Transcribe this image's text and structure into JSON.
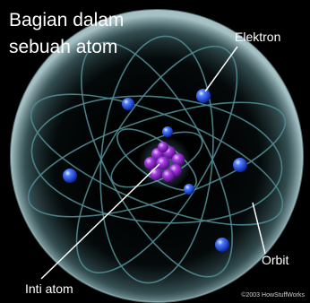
{
  "title": {
    "line1": "Bagian dalam",
    "line2": "sebuah atom"
  },
  "labels": {
    "electron": "Elektron",
    "orbit": "Orbit",
    "nucleus": "Inti atom"
  },
  "credit": "©2003 HowStuffWorks",
  "colors": {
    "background": "#000000",
    "sphere_glow": "#7fa9b0",
    "orbit_line": "#4f8a90",
    "electron": "#2255ff",
    "nucleus": "#9b2fd6",
    "text": "#ffffff"
  },
  "icons": {
    "electron": "blue-sphere",
    "nucleus": "purple-cluster"
  }
}
